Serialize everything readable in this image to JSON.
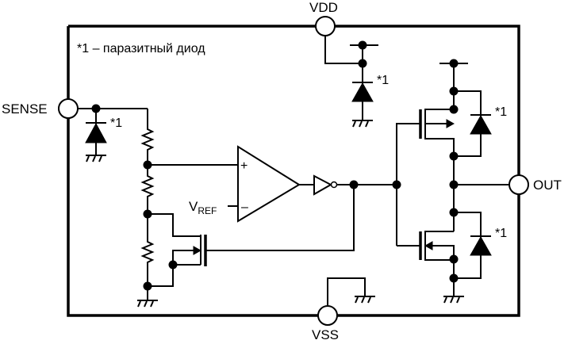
{
  "diagram": {
    "legend": "*1 – паразитный диод",
    "pins": {
      "vdd": "VDD",
      "vss": "VSS",
      "sense": "SENSE",
      "out": "OUT"
    },
    "comparator": {
      "plus": "+",
      "minus": "–",
      "vref_main": "V",
      "vref_sub": "REF"
    },
    "diode_note": "*1",
    "colors": {
      "line": "#000000",
      "background": "#ffffff"
    }
  }
}
